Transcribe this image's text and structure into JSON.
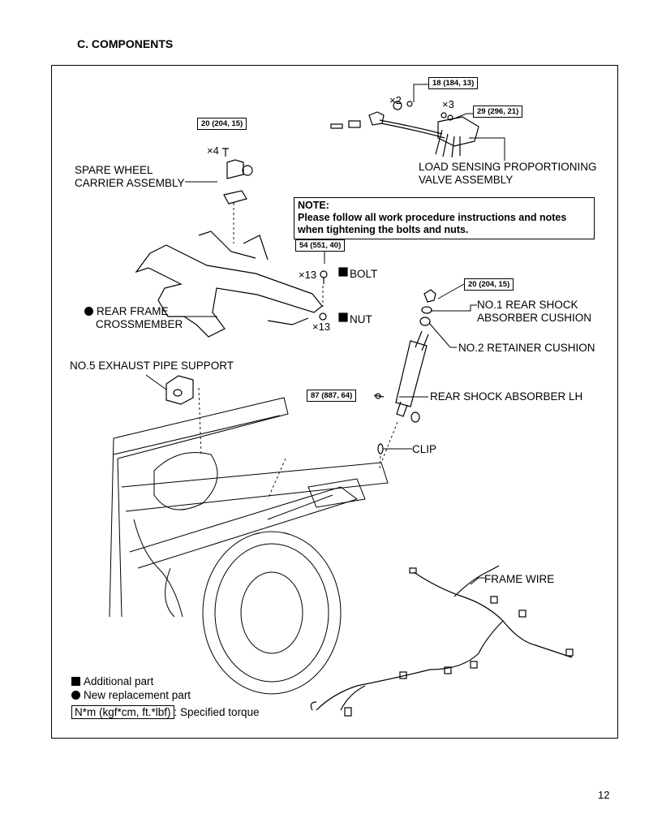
{
  "section_heading": "C.  COMPONENTS",
  "note": {
    "title": "NOTE:",
    "text": "Please follow all work procedure instructions and notes when tightening the bolts and nuts."
  },
  "torque_specs": {
    "lsp_bolt": "18 (184, 13)",
    "lsp_nut": "29 (296, 21)",
    "spare_wheel": "20 (204, 15)",
    "crossmember": "54 (551, 40)",
    "shock_upper": "20 (204, 15)",
    "shock_lower": "87 (887, 64)"
  },
  "multipliers": {
    "x2": "×2",
    "x3": "×3",
    "x4": "×4",
    "x13_bolt": "×13",
    "x13_nut": "×13"
  },
  "labels": {
    "lsp_valve": "LOAD SENSING PROPORTIONING VALVE ASSEMBLY",
    "spare_wheel_carrier": "SPARE WHEEL CARRIER ASSEMBLY",
    "bolt": "BOLT",
    "nut": "NUT",
    "rear_frame_crossmember": "REAR FRAME CROSSMEMBER",
    "no1_rear_shock_cushion": "NO.1 REAR SHOCK ABSORBER CUSHION",
    "no2_retainer_cushion": "NO.2 RETAINER CUSHION",
    "exhaust_support": "NO.5 EXHAUST PIPE SUPPORT",
    "rear_shock_absorber": "REAR SHOCK ABSORBER LH",
    "clip": "CLIP",
    "frame_wire": "FRAME WIRE"
  },
  "legend": {
    "additional_part": "Additional part",
    "new_replacement_part": "New replacement part",
    "torque_unit": "N*m (kgf*cm, ft.*lbf)",
    "torque_desc": ": Specified torque"
  },
  "page_number": "12"
}
